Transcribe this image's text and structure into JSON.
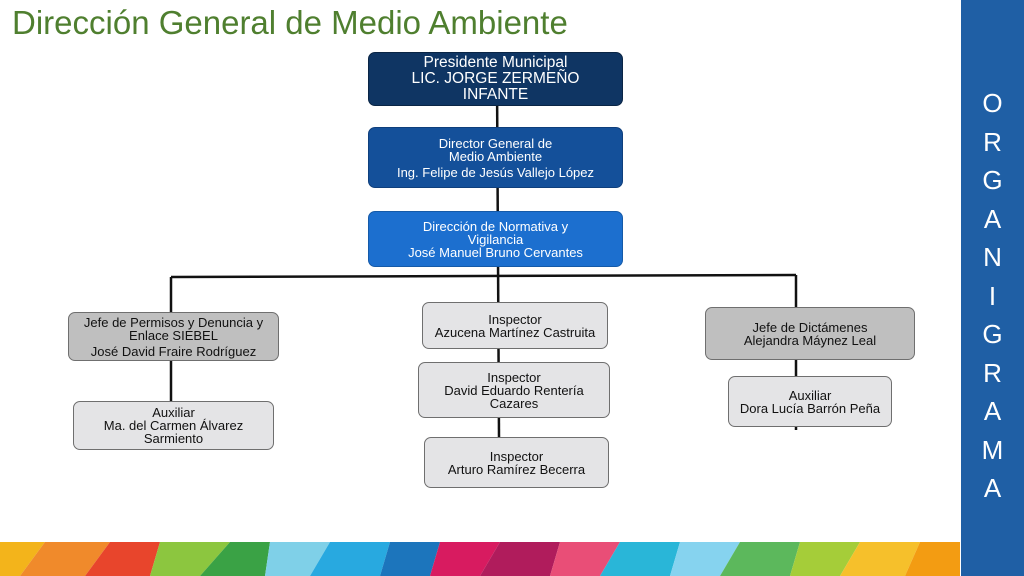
{
  "title": "Dirección General de Medio Ambiente",
  "side_letters": [
    "O",
    "R",
    "G",
    "A",
    "N",
    "I",
    "G",
    "R",
    "A",
    "M",
    "A"
  ],
  "boxes": {
    "presidente": {
      "line1": "Presidente Municipal",
      "line2": "LIC. JORGE ZERMEÑO INFANTE"
    },
    "director": {
      "line1": "Director General de Medio Ambiente",
      "line2": "Ing. Felipe de Jesús Vallejo López"
    },
    "normativa": {
      "line1": "Dirección de Normativa y Vigilancia",
      "line2": "José Manuel Bruno Cervantes"
    },
    "permisos": {
      "line1": "Jefe de Permisos y Denuncia y Enlace SIEBEL",
      "line2": "José David Fraire Rodríguez"
    },
    "auxiliar_left": {
      "line1": "Auxiliar",
      "line2": "Ma. del Carmen Álvarez Sarmiento"
    },
    "inspector1": {
      "line1": "Inspector",
      "line2": "Azucena Martínez Castruita"
    },
    "inspector2": {
      "line1": "Inspector",
      "line2": "David Eduardo Rentería Cazares"
    },
    "inspector3": {
      "line1": "Inspector",
      "line2": "Arturo Ramírez Becerra"
    },
    "dictamenes": {
      "line1": "Jefe de Dictámenes",
      "line2": "Alejandra Máynez Leal"
    },
    "auxiliar_right": {
      "line1": "Auxiliar",
      "line2": "Dora Lucía Barrón Peña"
    }
  },
  "colors": {
    "title": "#4f7f2f",
    "side_panel": "#1f5fa5",
    "box_dark": "#0f3563",
    "box_mid": "#14509a",
    "box_bright": "#1c6fcf",
    "box_gray": "#bfbfbf",
    "box_light": "#e4e4e6"
  }
}
